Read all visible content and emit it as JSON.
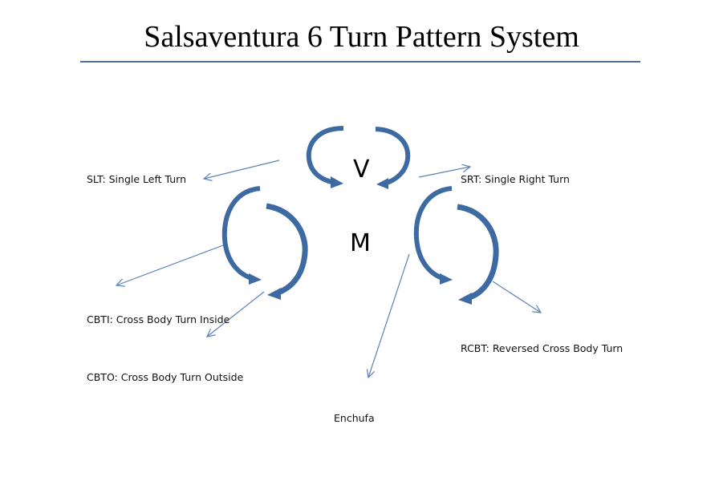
{
  "title": "Salsaventura 6 Turn Pattern System",
  "positions": {
    "top": "V",
    "center": "M"
  },
  "turns": [
    {
      "code": "SLT",
      "label": "SLT: Single Left Turn"
    },
    {
      "code": "SRT",
      "label": "SRT: Single Right Turn"
    },
    {
      "code": "CBTI",
      "label": "CBTI: Cross Body Turn Inside"
    },
    {
      "code": "CBTO",
      "label": "CBTO: Cross Body Turn Outside"
    },
    {
      "code": "RCBT",
      "label": "RCBT: Reversed Cross Body Turn"
    },
    {
      "code": "Enchufa",
      "label": "Enchufa"
    }
  ],
  "colors": {
    "curved_arrow": "#3e6aa3",
    "pointer_line": "#5b82b8",
    "title_rule": "#4f6f96"
  }
}
